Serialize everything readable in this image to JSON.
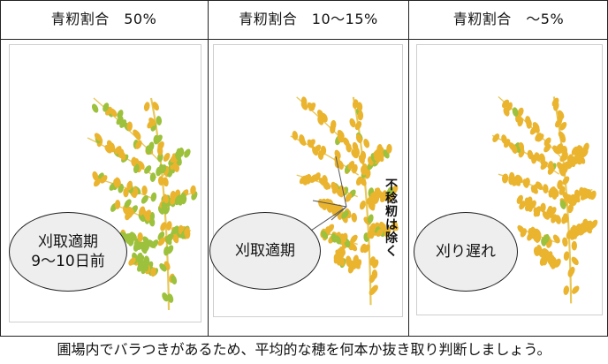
{
  "headers": [
    "青籾割合　50%",
    "青籾割合　10～15%",
    "青籾割合　～5%"
  ],
  "labels": {
    "p1_line1": "刈取適期",
    "p1_line2": "9～10日前",
    "p2": "刈取適期",
    "p3": "刈り遅れ"
  },
  "note_chars": [
    "不",
    "稔",
    "籾",
    "は",
    "除",
    "く"
  ],
  "caption": "圃場内でバラつきがあるため、平均的な穂を何本か抜き取り判断しましょう。",
  "colors": {
    "ripe": "#eab42e",
    "green": "#9cc13c",
    "stem": "#e8c85a"
  },
  "green_ratio": [
    0.5,
    0.12,
    0.05
  ]
}
